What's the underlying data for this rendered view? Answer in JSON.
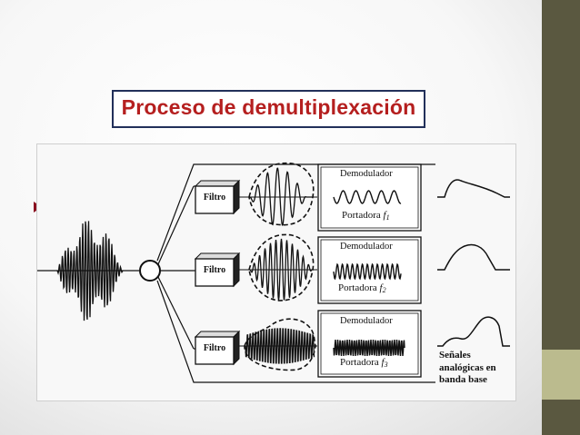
{
  "slide": {
    "title": "Proceso de demultiplexación",
    "colors": {
      "title_red": "#b51f1f",
      "title_border": "#22305a",
      "band_dark": "#5a5840",
      "band_tan": "#bbbb8e",
      "bullet": "#8a1020"
    }
  },
  "diagram": {
    "channels": [
      {
        "filter_label": "Filtro",
        "demod_label": "Demodulador",
        "carrier_label": "Portadora",
        "carrier_subscript": "1"
      },
      {
        "filter_label": "Filtro",
        "demod_label": "Demodulador",
        "carrier_label": "Portadora",
        "carrier_subscript": "2"
      },
      {
        "filter_label": "Filtro",
        "demod_label": "Demodulador",
        "carrier_label": "Portadora",
        "carrier_subscript": "3"
      }
    ],
    "carrier_symbol": "f",
    "output_caption": "Señales analógicas en banda base"
  }
}
